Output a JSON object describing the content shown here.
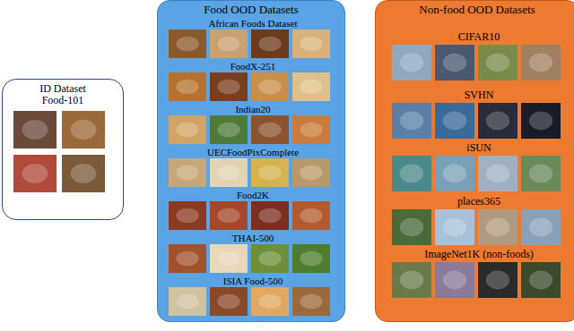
{
  "diagram": {
    "nodes": [
      {
        "text": [
          "ID Dataset",
          "Food-101"
        ]
      },
      {
        "text": [
          "Food OOD Datasets"
        ]
      },
      {
        "text": [
          "African Foods Dataset"
        ],
        "in": 1
      },
      {
        "text": [
          "FoodX-251"
        ],
        "in": 1
      },
      {
        "text": [
          "Indian20"
        ],
        "in": 1
      },
      {
        "text": [
          "UECFoodPixComplete"
        ],
        "in": 1
      },
      {
        "text": [
          "Food2K"
        ],
        "in": 1
      },
      {
        "text": [
          "THAI-500"
        ],
        "in": 1
      },
      {
        "text": [
          "ISIA Food-500"
        ],
        "in": 1
      },
      {
        "text": [
          "Non-food OOD Datasets"
        ]
      },
      {
        "text": [
          "CIFAR10"
        ],
        "in": 9
      },
      {
        "text": [
          "SVHN"
        ],
        "in": 9
      },
      {
        "text": [
          "iSUN"
        ],
        "in": 9
      },
      {
        "text": [
          "places365"
        ],
        "in": 9
      },
      {
        "text": [
          "ImageNet1K (non-foods)"
        ],
        "in": 9
      }
    ]
  }
}
